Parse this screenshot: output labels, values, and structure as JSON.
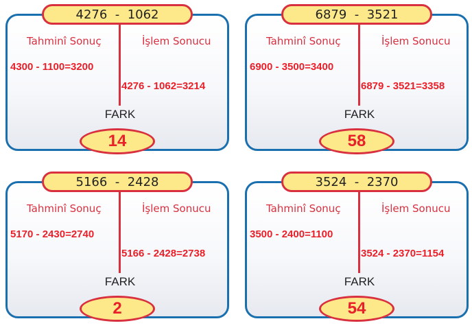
{
  "panels": [
    {
      "title": "4276  -  1062",
      "estimate_header": "Tahminî Sonuç",
      "result_header": "İşlem Sonucu",
      "estimate_eq": "4300 - 1100=3200",
      "result_eq": "4276 - 1062=3214",
      "fark_label": "FARK",
      "difference": "14"
    },
    {
      "title": "6879  -  3521",
      "estimate_header": "Tahminî Sonuç",
      "result_header": "İşlem Sonucu",
      "estimate_eq": "6900 - 3500=3400",
      "result_eq": "6879 - 3521=3358",
      "fark_label": "FARK",
      "difference": "58"
    },
    {
      "title": "5166  -  2428",
      "estimate_header": "Tahminî Sonuç",
      "result_header": "İşlem Sonucu",
      "estimate_eq": "5170 - 2430=2740",
      "result_eq": "5166 - 2428=2738",
      "fark_label": "FARK",
      "difference": "2"
    },
    {
      "title": "3524  -  2370",
      "estimate_header": "Tahminî Sonuç",
      "result_header": "İşlem Sonucu",
      "estimate_eq": "3500 - 2400=1100",
      "result_eq": "3524 - 2370=1154",
      "fark_label": "FARK",
      "difference": "54"
    }
  ]
}
